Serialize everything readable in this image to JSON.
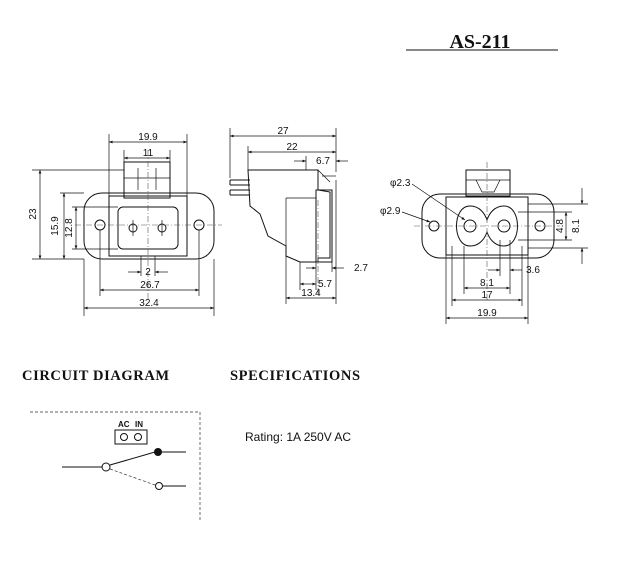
{
  "title": "AS-211",
  "sections": {
    "circuit": "CIRCUIT  DIAGRAM",
    "specs": "SPECIFICATIONS"
  },
  "specs": {
    "rating": "Rating: 1A 250V AC"
  },
  "circuit": {
    "labels": [
      "AC",
      "IN"
    ]
  },
  "front_view": {
    "dims": [
      "19.9",
      "11",
      "23",
      "15.9",
      "12.8",
      "2",
      "26.7",
      "32.4"
    ]
  },
  "side_view": {
    "dims": [
      "27",
      "22",
      "6.7",
      "2.7",
      "5.7",
      "13.4"
    ]
  },
  "socket_view": {
    "dims": [
      "φ2.3",
      "φ2.9",
      "4.8",
      "8.1",
      "3.6",
      "8.1",
      "17",
      "19.9"
    ]
  }
}
